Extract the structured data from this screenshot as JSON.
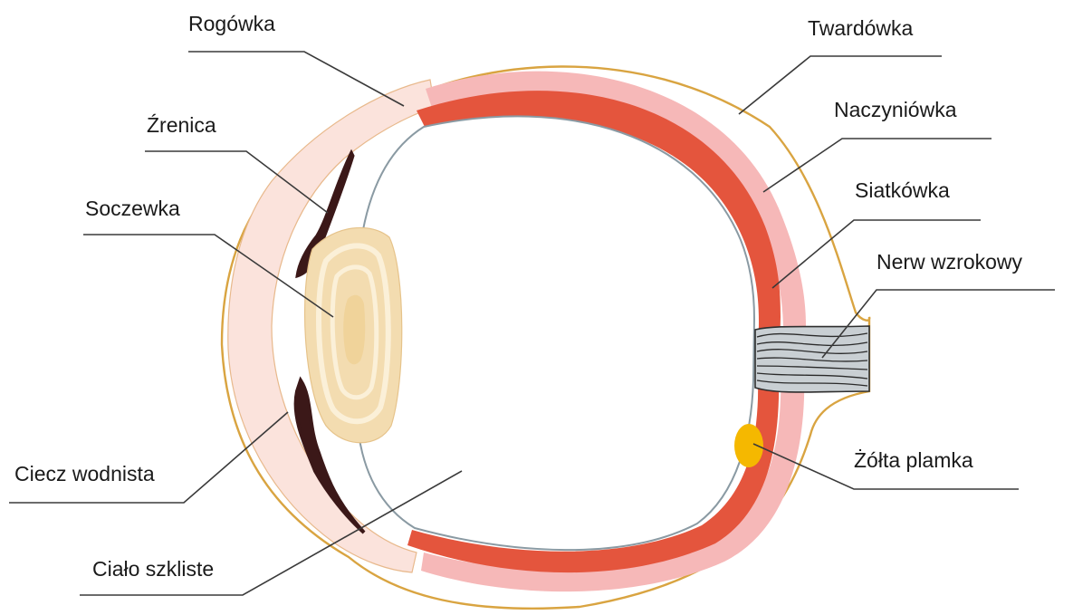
{
  "labels": {
    "rogowka": "Rogówka",
    "zrenica": "Źrenica",
    "soczewka": "Soczewka",
    "ciecz_wodnista": "Ciecz wodnista",
    "cialo_szkliste": "Ciało szkliste",
    "twardowka": "Twardówka",
    "naczyniowka": "Naczyniówka",
    "siatkowka": "Siatkówka",
    "nerw_wzrokowy": "Nerw wzrokowy",
    "zolta_plamka": "Żółta plamka"
  },
  "colors": {
    "sclera_outline": "#d9a441",
    "cornea_fill": "#fbe3dc",
    "choroid_pink": "#f6b8b8",
    "retina_red": "#e4553d",
    "iris_dark": "#3b1818",
    "lens_cream": "#f3dcb0",
    "lens_light": "#fbf0d8",
    "nerve_gray": "#c9cfd3",
    "macula_yellow": "#f5b800"
  }
}
